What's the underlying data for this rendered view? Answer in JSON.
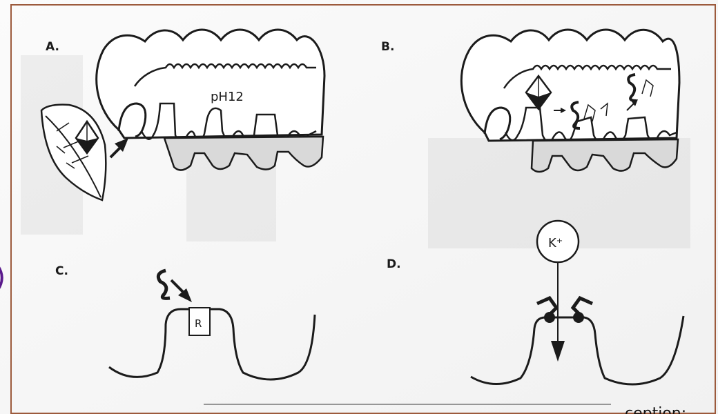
{
  "panels": {
    "a": {
      "label": "A.",
      "ph_text": "pH12"
    },
    "b": {
      "label": "B."
    },
    "c": {
      "label": "C.",
      "receptor_text": "R"
    },
    "d": {
      "label": "D.",
      "ion_text": "K⁺"
    }
  },
  "edge": {
    "left_char": ")",
    "bottom_text": "ception:"
  },
  "colors": {
    "frame": "#9c5a3c",
    "ink": "#1b1b1b",
    "gut_fill": "#d9d9d9",
    "bracket": "#5a1a8c"
  }
}
